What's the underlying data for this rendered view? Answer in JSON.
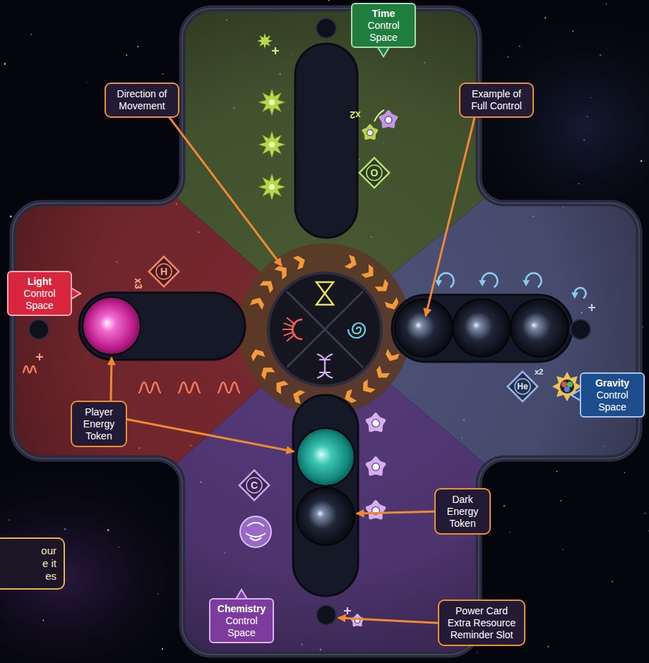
{
  "diagram": {
    "nodes": [
      {
        "text": [
          "Time",
          "Control Space"
        ]
      },
      {
        "text": [
          "Direction of Movement"
        ]
      },
      {
        "text": [
          "Example of Full Control"
        ]
      },
      {
        "text": [
          "Light",
          "Control Space"
        ]
      },
      {
        "text": [
          "Gravity",
          "Control Space"
        ]
      },
      {
        "text": [
          "Player Energy Token"
        ]
      },
      {
        "text": [
          "Dark Energy Token"
        ]
      },
      {
        "text": [
          "our e it es"
        ]
      },
      {
        "text": [
          "Chemistry",
          "Control Space"
        ]
      },
      {
        "text": [
          "Power Card Extra Resource Reminder Slot"
        ]
      }
    ],
    "labels": [
      "x2",
      "O",
      "H",
      "x3",
      "x2",
      "He",
      "C"
    ]
  }
}
